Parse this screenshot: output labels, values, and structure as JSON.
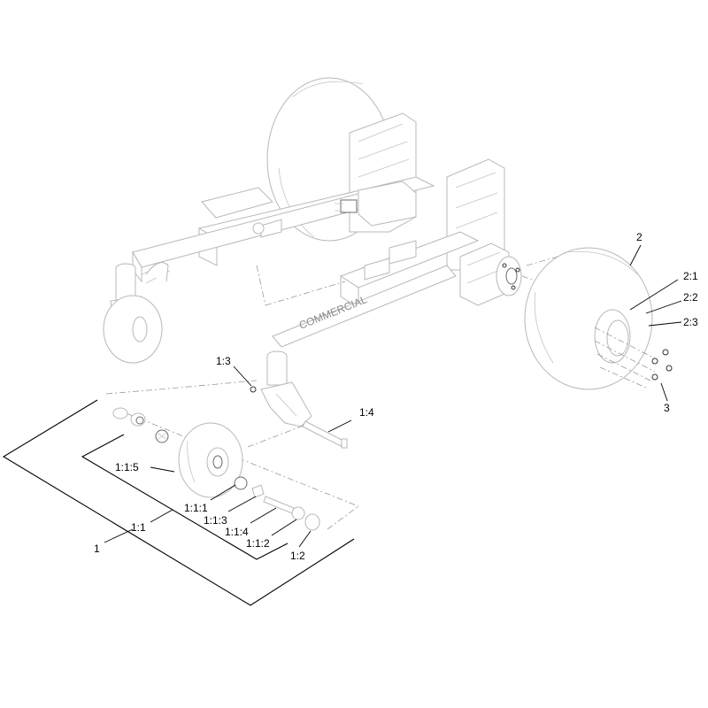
{
  "callouts": {
    "c1": "1",
    "c1_1": "1:1",
    "c1_1_1": "1:1:1",
    "c1_1_2": "1:1:2",
    "c1_1_3": "1:1:3",
    "c1_1_4": "1:1:4",
    "c1_1_5": "1:1:5",
    "c1_2": "1:2",
    "c1_3": "1:3",
    "c1_4": "1:4",
    "c2": "2",
    "c2_1": "2:1",
    "c2_2": "2:2",
    "c2_3": "2:3",
    "c3": "3"
  },
  "chassis": {
    "frame_lettering": "COMMERCIAL"
  }
}
